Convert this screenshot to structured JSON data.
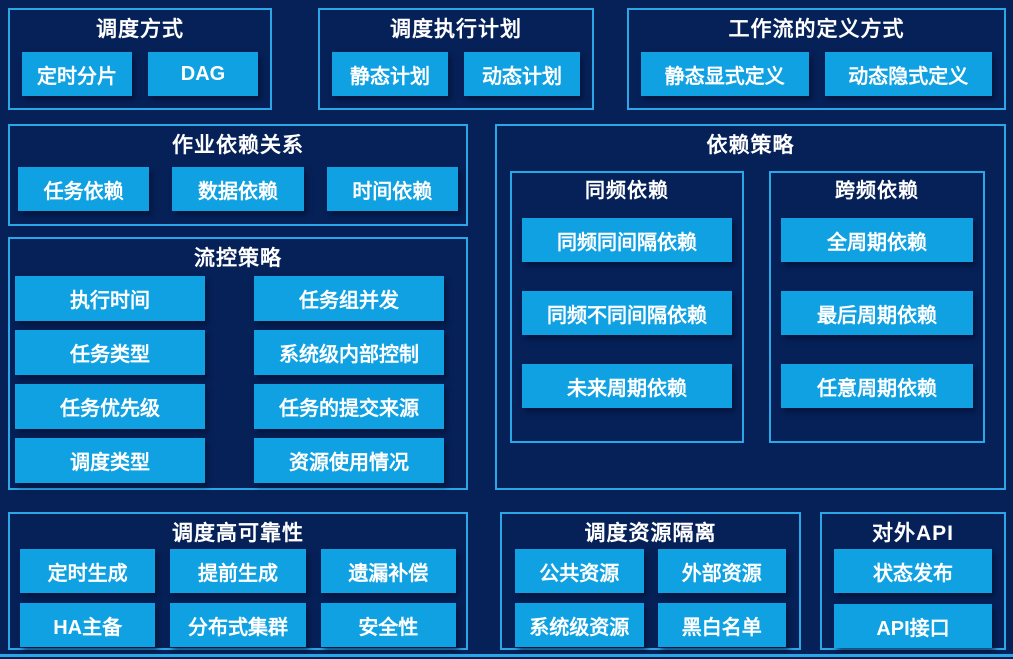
{
  "theme": {
    "background": "#062158",
    "panel_border": "#2BA6E6",
    "button_fill": "#0FA1E2",
    "text_color": "#FFFFFF"
  },
  "panels": [
    {
      "id": "scheduling-method",
      "title": "调度方式",
      "items": [
        "定时分片",
        "DAG"
      ]
    },
    {
      "id": "execution-plan",
      "title": "调度执行计划",
      "items": [
        "静态计划",
        "动态计划"
      ]
    },
    {
      "id": "workflow-definition",
      "title": "工作流的定义方式",
      "items": [
        "静态显式定义",
        "动态隐式定义"
      ]
    },
    {
      "id": "job-dependency",
      "title": "作业依赖关系",
      "items": [
        "任务依赖",
        "数据依赖",
        "时间依赖"
      ]
    },
    {
      "id": "flow-control",
      "title": "流控策略",
      "columns": [
        [
          "执行时间",
          "任务类型",
          "任务优先级",
          "调度类型"
        ],
        [
          "任务组并发",
          "系统级内部控制",
          "任务的提交来源",
          "资源使用情况"
        ]
      ]
    },
    {
      "id": "dependency-strategy",
      "title": "依赖策略",
      "subpanels": [
        {
          "id": "same-frequency",
          "title": "同频依赖",
          "items": [
            "同频同间隔依赖",
            "同频不同间隔依赖",
            "未来周期依赖"
          ]
        },
        {
          "id": "cross-frequency",
          "title": "跨频依赖",
          "items": [
            "全周期依赖",
            "最后周期依赖",
            "任意周期依赖"
          ]
        }
      ]
    },
    {
      "id": "high-reliability",
      "title": "调度高可靠性",
      "items": [
        "定时生成",
        "提前生成",
        "遗漏补偿",
        "HA主备",
        "分布式集群",
        "安全性"
      ]
    },
    {
      "id": "resource-isolation",
      "title": "调度资源隔离",
      "items": [
        "公共资源",
        "外部资源",
        "系统级资源",
        "黑白名单"
      ]
    },
    {
      "id": "external-api",
      "title": "对外API",
      "items": [
        "状态发布",
        "API接口"
      ]
    }
  ]
}
